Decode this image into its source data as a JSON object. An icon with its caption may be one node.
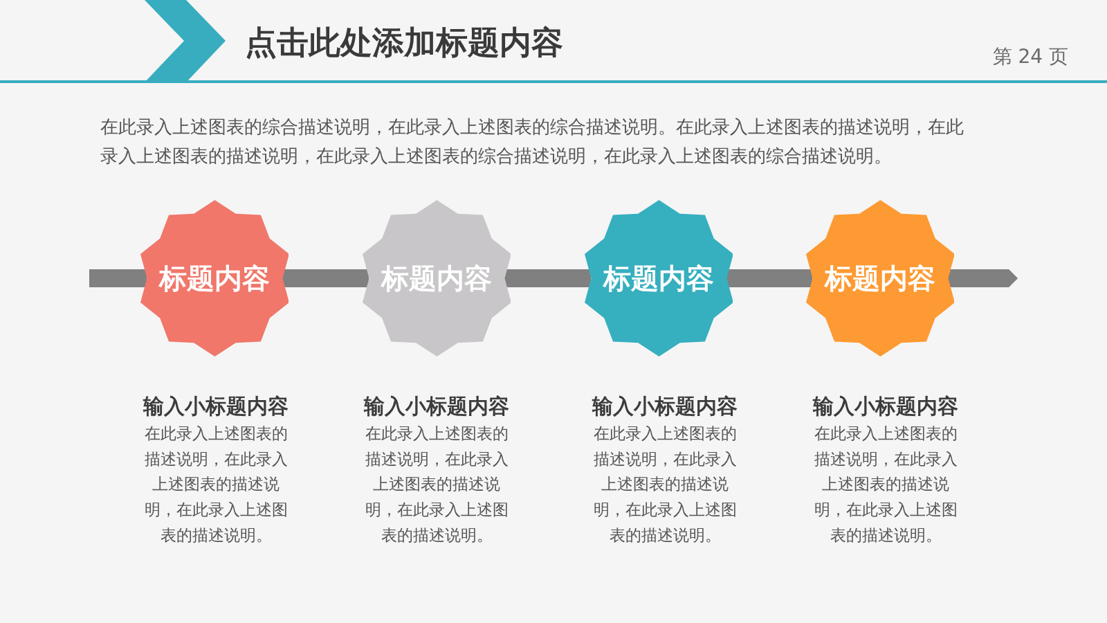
{
  "diagram": {
    "title": "点击此处添加标题内容",
    "nodes": [
      {
        "text": [
          "标题内容"
        ],
        "beside": [
          "输入小标题内容",
          "在此录入上述图表的描述说明，在此录入上述图表的描述说明，在此录入上述图表的描述说明。"
        ]
      },
      {
        "text": [
          "标题内容"
        ],
        "beside": [
          "输入小标题内容",
          "在此录入上述图表的描述说明，在此录入上述图表的描述说明，在此录入上述图表的描述说明。"
        ]
      },
      {
        "text": [
          "标题内容"
        ],
        "beside": [
          "输入小标题内容",
          "在此录入上述图表的描述说明，在此录入上述图表的描述说明，在此录入上述图表的描述说明。"
        ]
      },
      {
        "text": [
          "标题内容"
        ],
        "beside": [
          "输入小标题内容",
          "在此录入上述图表的描述说明，在此录入上述图表的描述说明，在此录入上述图表的描述说明。"
        ]
      }
    ],
    "edges": [
      {
        "from": null,
        "to": 0,
        "arrow": "none"
      },
      {
        "from": 0,
        "to": 1,
        "arrow": "none"
      },
      {
        "from": 1,
        "to": 2,
        "arrow": "none"
      },
      {
        "from": 2,
        "to": 3,
        "arrow": "none"
      },
      {
        "from": 3,
        "to": null,
        "arrow": "to"
      }
    ],
    "labels": [
      "第 24 页",
      "在此录入上述图表的综合描述说明，在此录入上述图表的综合描述说明。在此录入上述图表的描述说明，在此录入上述图表的描述说明，在此录入上述图表的综合描述说明，在此录入上述图表的综合描述说明。"
    ]
  }
}
